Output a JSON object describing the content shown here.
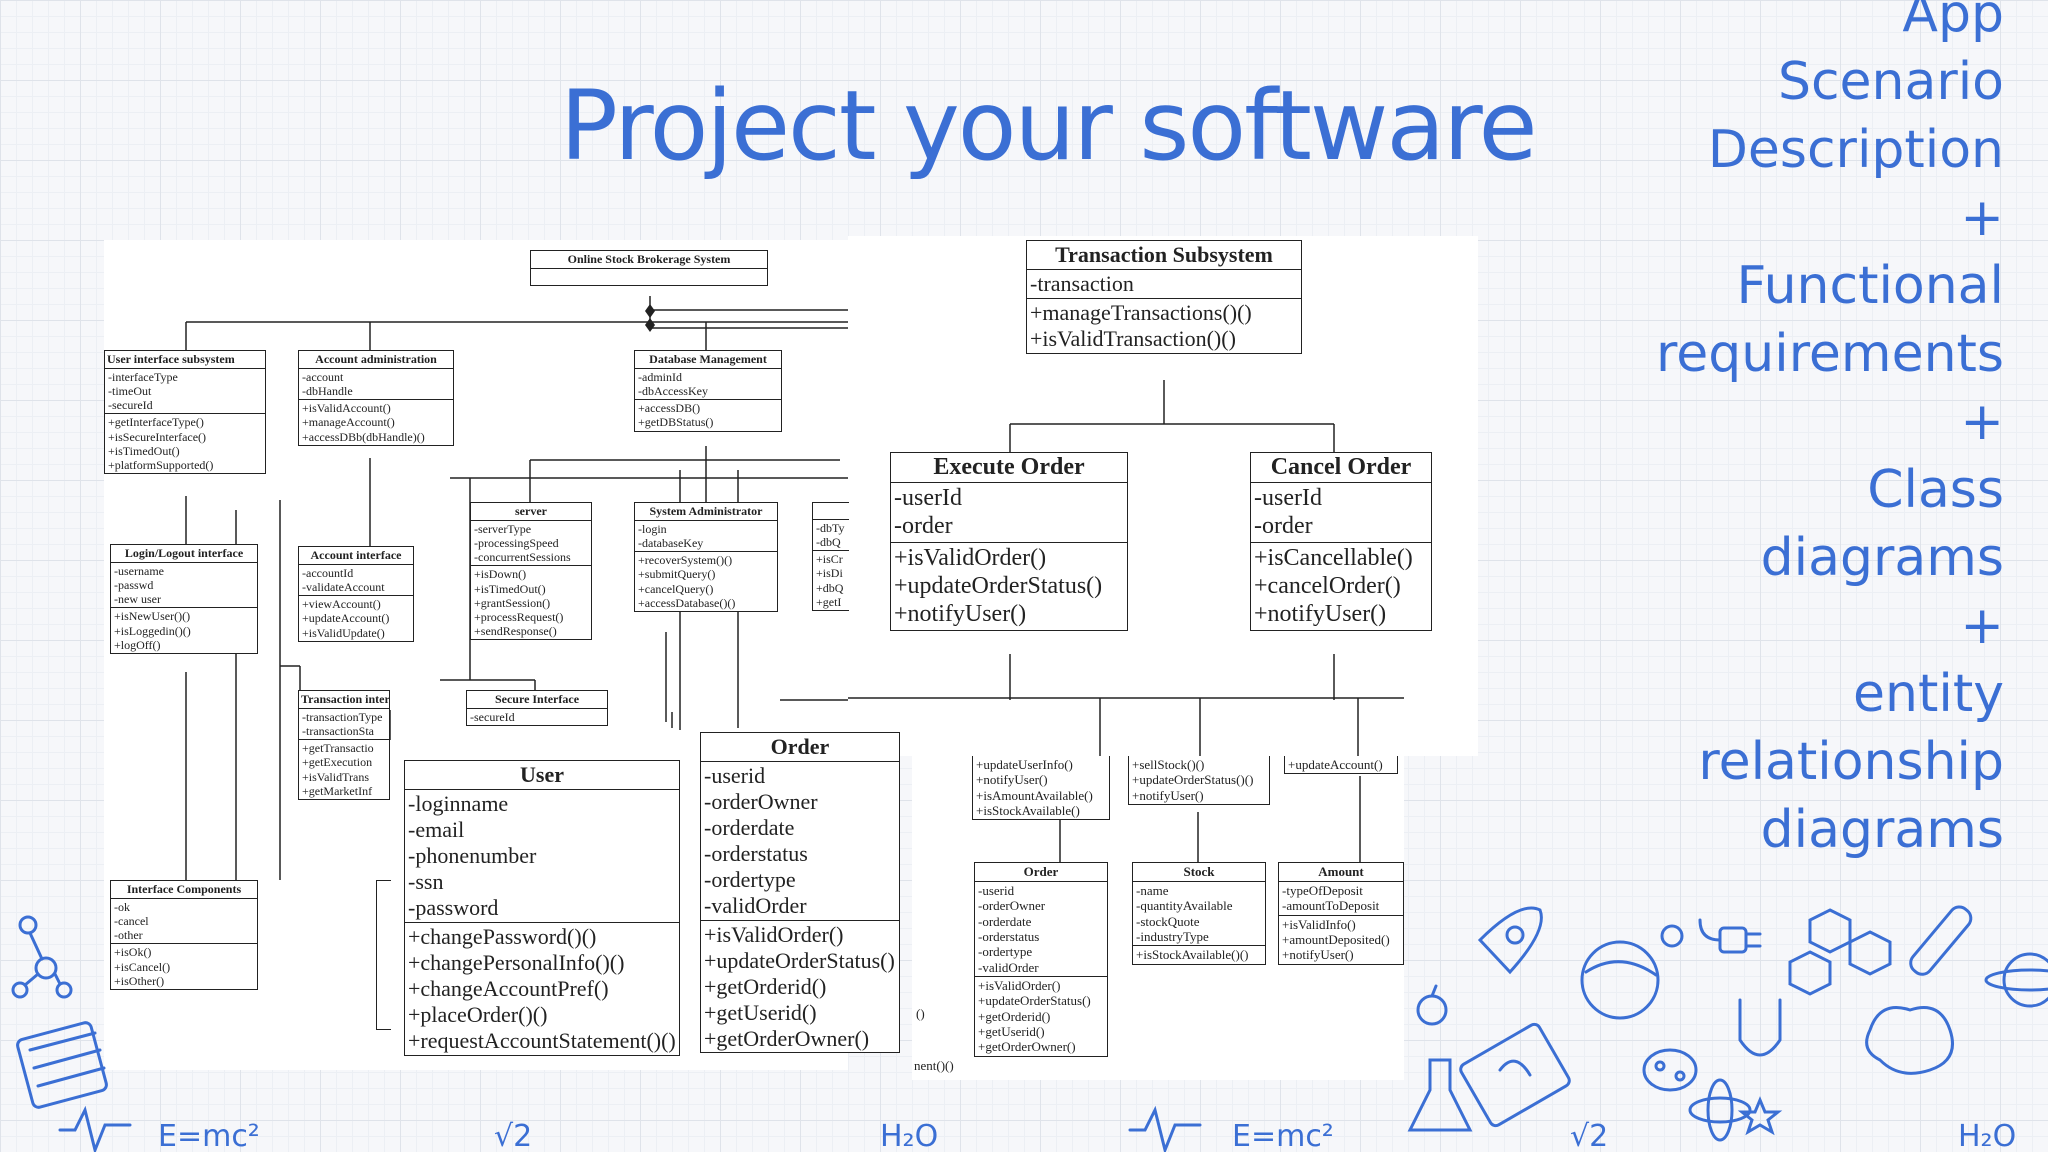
{
  "title": "Project your software",
  "sidebar": {
    "lines": [
      "App",
      "Scenario",
      "Description",
      "+",
      "Functional",
      "requirements",
      "+",
      "Class",
      "diagrams",
      "+",
      "entity",
      "relationship",
      "diagrams"
    ]
  },
  "diagram1": {
    "root": "Online Stock Brokerage System",
    "boxes": {
      "ui": {
        "name": "User interface subsystem",
        "attrs": [
          "-interfaceType",
          "-timeOut",
          "-secureId"
        ],
        "ops": [
          "+getInterfaceType()",
          "+isSecureInterface()",
          "+isTimedOut()",
          "+platformSupported()"
        ]
      },
      "acct_admin": {
        "name": "Account administration",
        "attrs": [
          "-account",
          "-dbHandle"
        ],
        "ops": [
          "+isValidAccount()",
          "+manageAccount()",
          "+accessDBb(dbHandle)()"
        ]
      },
      "db": {
        "name": "Database Management",
        "attrs": [
          "-adminId",
          "-dbAccessKey"
        ],
        "ops": [
          "+accessDB()",
          "+getDBStatus()"
        ]
      },
      "login": {
        "name": "Login/Logout interface",
        "attrs": [
          "-username",
          "-passwd",
          "-new user"
        ],
        "ops": [
          "+isNewUser()()",
          "+isLoggedin()()",
          "+logOff()"
        ]
      },
      "acct_if": {
        "name": "Account interface",
        "attrs": [
          "-accountId",
          "-validateAccount"
        ],
        "ops": [
          "+viewAccount()",
          "+updateAccount()",
          "+isValidUpdate()"
        ]
      },
      "server": {
        "name": "server",
        "attrs": [
          "-serverType",
          "-processingSpeed",
          "-concurrentSessions"
        ],
        "ops": [
          "+isDown()",
          "+isTimedOut()",
          "+grantSession()",
          "+processRequest()",
          "+sendResponse()"
        ]
      },
      "sysadmin": {
        "name": "System Administrator",
        "attrs": [
          "-login",
          "-databaseKey"
        ],
        "ops": [
          "+recoverSystem()()",
          "+submitQuery()",
          "+cancelQuery()",
          "+accessDatabase()()"
        ]
      },
      "partial": {
        "attrs": [
          "-dbTy",
          "-dbQ"
        ],
        "ops": [
          "+isCr",
          "+isDi",
          "+dbQ",
          "+getI"
        ]
      },
      "trans_if": {
        "name": "Transaction interface",
        "attrs": [
          "-transactionType",
          "-transactionSta"
        ],
        "ops": [
          "+getTransactio",
          "+getExecution",
          "+isValidTrans",
          "+getMarketInf"
        ]
      },
      "secure_if": {
        "name": "Secure Interface",
        "attrs": [
          "-secureId"
        ]
      },
      "iface_comp": {
        "name": "Interface Components",
        "attrs": [
          "-ok",
          "-cancel",
          "-other"
        ],
        "ops": [
          "+isOk()",
          "+isCancel()",
          "+isOther()"
        ]
      },
      "user": {
        "name": "User",
        "attrs": [
          "-loginname",
          "-email",
          "-phonenumber",
          "-ssn",
          "-password"
        ],
        "ops": [
          "+changePassword()()",
          "+changePersonalInfo()()",
          "+changeAccountPref()",
          "+placeOrder()()",
          "+requestAccountStatement()()"
        ]
      },
      "order": {
        "name": "Order",
        "attrs": [
          "-userid",
          "-orderOwner",
          "-orderdate",
          "-orderstatus",
          "-ordertype",
          "-validOrder"
        ],
        "ops": [
          "+isValidOrder()",
          "+updateOrderStatus()",
          "+getOrderid()",
          "+getUserid()",
          "+getOrderOwner()"
        ]
      }
    }
  },
  "diagram2": {
    "boxes": {
      "trans_sub": {
        "name": "Transaction Subsystem",
        "attrs": [
          "-transaction"
        ],
        "ops": [
          "+manageTransactions()()",
          "+isValidTransaction()()"
        ]
      },
      "exec": {
        "name": "Execute Order",
        "attrs": [
          "-userId",
          "-order"
        ],
        "ops": [
          "+isValidOrder()",
          "+updateOrderStatus()",
          "+notifyUser()"
        ]
      },
      "cancel": {
        "name": "Cancel Order",
        "attrs": [
          "-userId",
          "-order"
        ],
        "ops": [
          "+isCancellable()",
          "+cancelOrder()",
          "+notifyUser()"
        ]
      },
      "partA": {
        "ops": [
          "+updateUserInfo()",
          "+notifyUser()",
          "+isAmountAvailable()",
          "+isStockAvailable()"
        ]
      },
      "partB": {
        "ops": [
          "+sellStock()()",
          "+updateOrderStatus()()",
          "+notifyUser()"
        ]
      },
      "partC": {
        "ops": [
          "+updateAccount()"
        ]
      },
      "order2": {
        "name": "Order",
        "attrs": [
          "-userid",
          "-orderOwner",
          "-orderdate",
          "-orderstatus",
          "-ordertype",
          "-validOrder"
        ],
        "ops": [
          "+isValidOrder()",
          "+updateOrderStatus()",
          "+getOrderid()",
          "+getUserid()",
          "+getOrderOwner()"
        ]
      },
      "stock": {
        "name": "Stock",
        "attrs": [
          "-name",
          "-quantityAvailable",
          "-stockQuote",
          "-industryType"
        ],
        "ops": [
          "+isStockAvailable()()"
        ]
      },
      "amount": {
        "name": "Amount",
        "attrs": [
          "-typeOfDeposit",
          "-amountToDeposit"
        ],
        "ops": [
          "+isValidInfo()",
          "+amountDeposited()",
          "+notifyUser()"
        ]
      },
      "frag1": "()",
      "frag2": "nent()()"
    }
  },
  "doodles": {
    "formula1": "E=mc²",
    "formula2": "E=mc²",
    "root1": "√2",
    "root2": "√2",
    "h2o1": "H₂O",
    "h2o2": "H₂O"
  }
}
